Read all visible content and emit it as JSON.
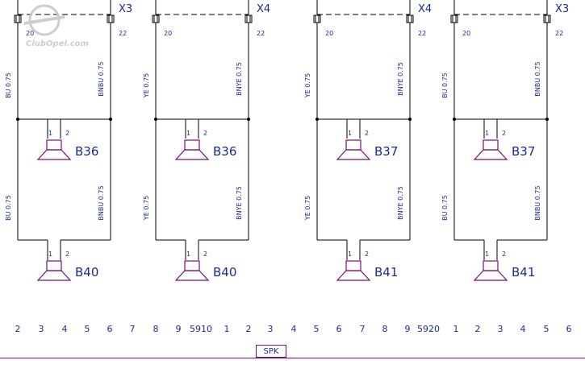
{
  "colors": {
    "wire": "#000000",
    "speaker": "#7a0f7a",
    "label": "#1f2a8c",
    "watermark": "#c8c8c8"
  },
  "watermark_text": "ClubOpel.com",
  "circuits": [
    {
      "connector": "X3",
      "pin_left": "20",
      "pin_right": "22",
      "wire_left_top": "BU 0.75",
      "wire_right_top": "BNBU 0.75",
      "wire_left_bottom": "BU 0.75",
      "wire_right_bottom": "BNBU 0.75",
      "speaker_top": {
        "label": "B36",
        "pin1": "1",
        "pin2": "2"
      },
      "speaker_bottom": {
        "label": "B40",
        "pin1": "1",
        "pin2": "2"
      }
    },
    {
      "connector": "X4",
      "pin_left": "20",
      "pin_right": "22",
      "wire_left_top": "YE 0.75",
      "wire_right_top": "BNYE 0.75",
      "wire_left_bottom": "YE 0.75",
      "wire_right_bottom": "BNYE 0.75",
      "speaker_top": {
        "label": "B36",
        "pin1": "1",
        "pin2": "2"
      },
      "speaker_bottom": {
        "label": "B40",
        "pin1": "1",
        "pin2": "2"
      }
    },
    {
      "connector": "X4",
      "pin_left": "20",
      "pin_right": "22",
      "wire_left_top": "YE 0.75",
      "wire_right_top": "BNYE 0.75",
      "wire_left_bottom": "YE 0.75",
      "wire_right_bottom": "BNYE 0.75",
      "speaker_top": {
        "label": "B37",
        "pin1": "1",
        "pin2": "2"
      },
      "speaker_bottom": {
        "label": "B41",
        "pin1": "1",
        "pin2": "2"
      }
    },
    {
      "connector": "X3",
      "pin_left": "20",
      "pin_right": "22",
      "wire_left_top": "BU 0.75",
      "wire_right_top": "BNBU 0.75",
      "wire_left_bottom": "BU 0.75",
      "wire_right_bottom": "BNBU 0.75",
      "speaker_top": {
        "label": "B37",
        "pin1": "1",
        "pin2": "2"
      },
      "speaker_bottom": {
        "label": "B41",
        "pin1": "1",
        "pin2": "2"
      }
    }
  ],
  "grid_numbers": [
    "2",
    "3",
    "4",
    "5",
    "6",
    "7",
    "8",
    "9",
    "5910",
    "1",
    "2",
    "3",
    "4",
    "5",
    "6",
    "7",
    "8",
    "9",
    "5920",
    "1",
    "2",
    "3",
    "4",
    "5",
    "6"
  ],
  "footer_tag": "SPK"
}
